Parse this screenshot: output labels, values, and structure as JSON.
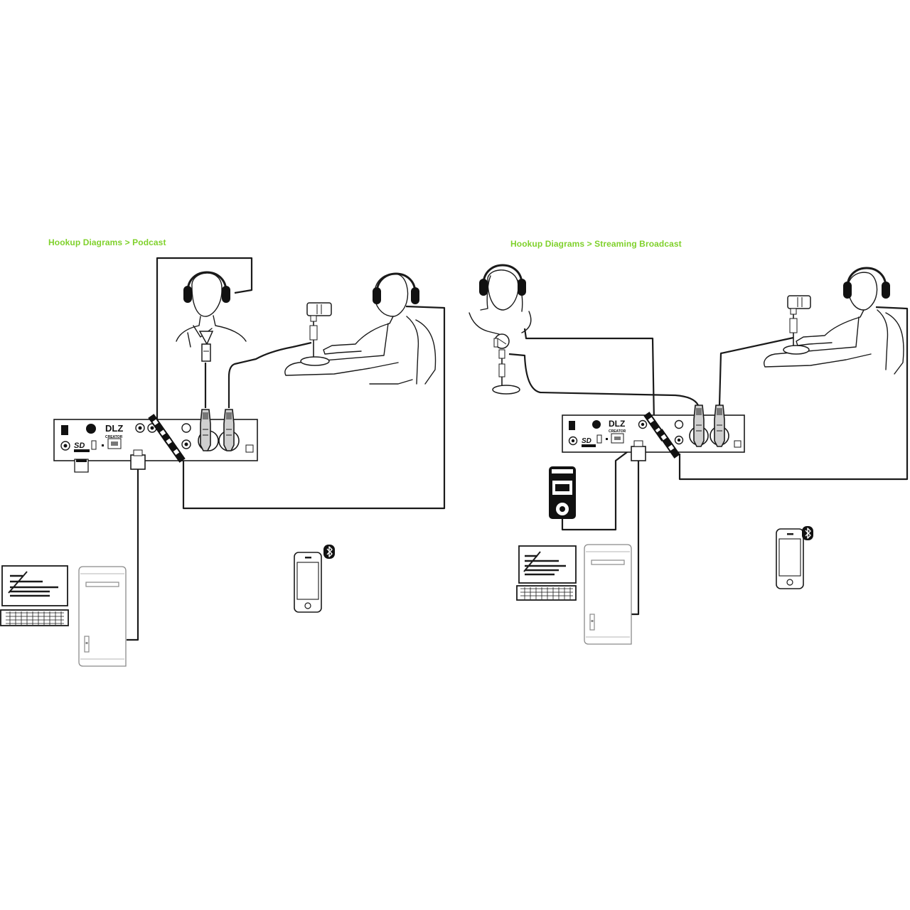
{
  "panels": [
    {
      "title": "Hookup Diagrams > Podcast",
      "mixer": {
        "brand": "DLZ",
        "model": "CREATOR",
        "media": "SD"
      }
    },
    {
      "title": "Hookup Diagrams > Streaming Broadcast",
      "mixer": {
        "brand": "DLZ",
        "model": "CREATOR",
        "media": "SD"
      }
    }
  ],
  "colors": {
    "title": "#7fd12b",
    "ink": "#1a1a1a",
    "computer_outline": "#8a8a8a"
  },
  "icons": [
    "bluetooth-icon",
    "smartphone-icon",
    "headphones-icon",
    "microphone-icon",
    "laptop-icon",
    "desktop-tower-icon",
    "recorder-icon",
    "sd-card-icon"
  ]
}
